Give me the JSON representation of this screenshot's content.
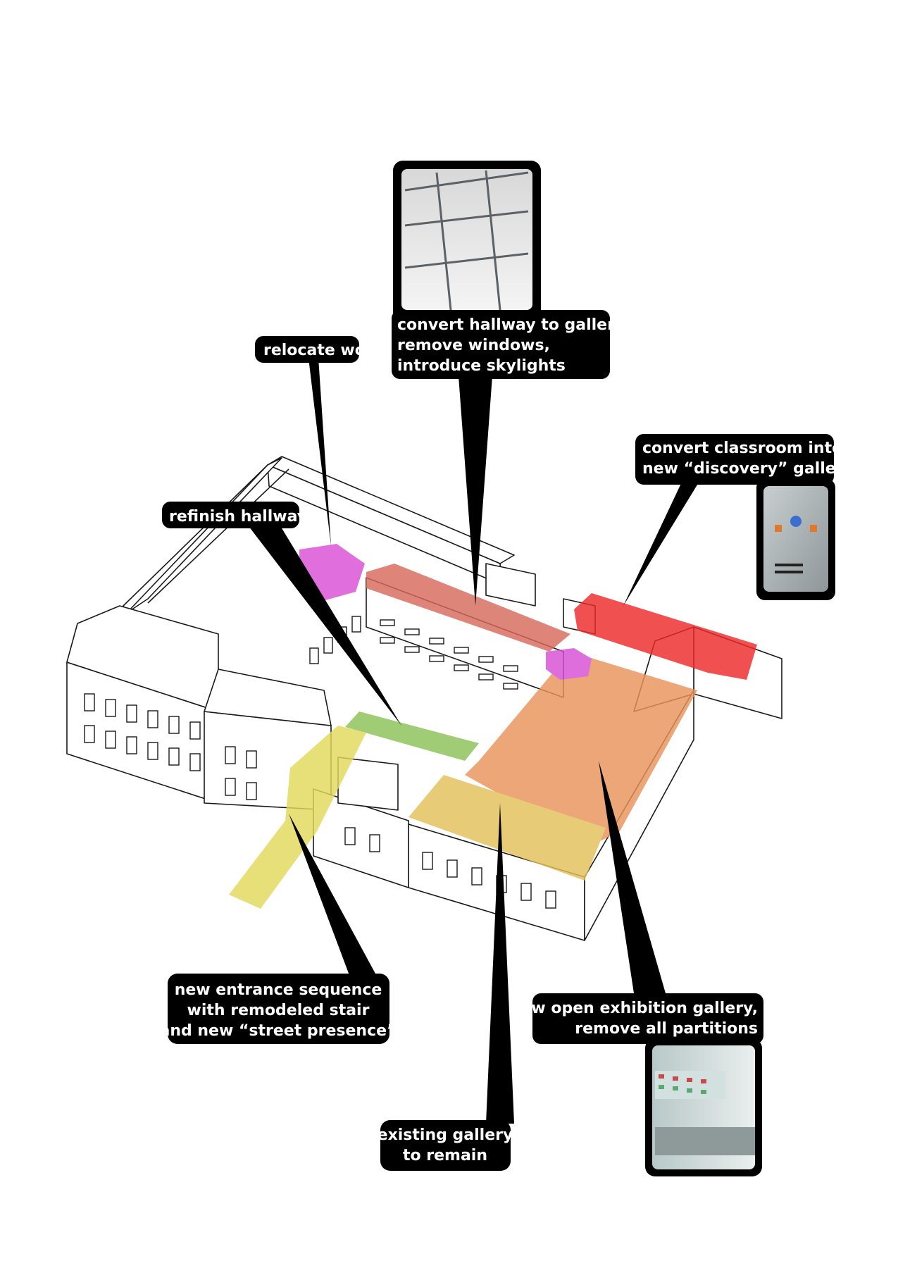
{
  "annotations": {
    "hallway_gallery": {
      "lines": [
        "convert hallway to gallery,",
        "remove windows,",
        "introduce skylights"
      ],
      "image": "skylight-ceiling-photo"
    },
    "relocate_wc": {
      "lines": [
        "relocate wc"
      ]
    },
    "refinish_hallway": {
      "lines": [
        "refinish hallway"
      ]
    },
    "discovery_gallery": {
      "lines": [
        "convert classroom into",
        "new “discovery” gallery"
      ],
      "image": "discovery-gallery-photo"
    },
    "entrance_sequence": {
      "lines": [
        "new entrance sequence",
        "with remodeled stair",
        "and new “street presence”"
      ]
    },
    "open_exhibition": {
      "lines": [
        "new open exhibition gallery,",
        "remove all partitions"
      ],
      "image": "exhibition-gallery-photo"
    },
    "existing_gallery": {
      "lines": [
        "existing gallery",
        "to remain"
      ]
    }
  },
  "zone_colors": {
    "wc": "#d94fd6",
    "hallway_gallery": "#d76a5b",
    "refinish_hallway": "#8cc157",
    "discovery_gallery": "#ee2a2a",
    "entrance": "#e2d85a",
    "open_exhibition": "#e9935a",
    "existing_gallery": "#e4c05a"
  }
}
